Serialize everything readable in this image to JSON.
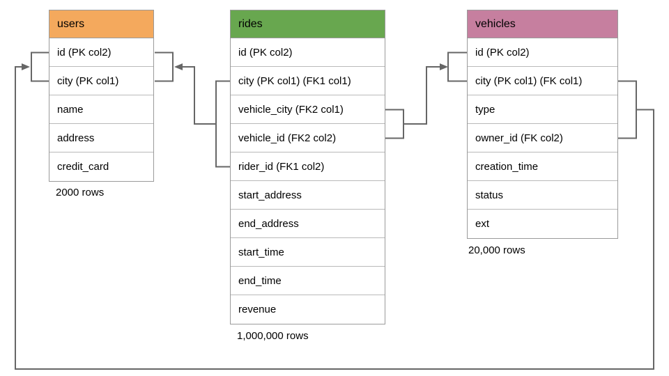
{
  "diagram": {
    "tables": [
      {
        "name": "users",
        "header_color": "#F4A95D",
        "columns": [
          "id (PK col2)",
          "city (PK col1)",
          "name",
          "address",
          "credit_card"
        ],
        "rows_label": "2000 rows"
      },
      {
        "name": "rides",
        "header_color": "#68A74F",
        "columns": [
          "id (PK col2)",
          "city (PK col1) (FK1 col1)",
          "vehicle_city (FK2 col1)",
          "vehicle_id (FK2 col2)",
          "rider_id (FK1 col2)",
          "start_address",
          "end_address",
          "start_time",
          "end_time",
          "revenue"
        ],
        "rows_label": "1,000,000 rows"
      },
      {
        "name": "vehicles",
        "header_color": "#C67F9F",
        "columns": [
          "id (PK col2)",
          "city (PK col1) (FK col1)",
          "type",
          "owner_id (FK col2)",
          "creation_time",
          "status",
          "ext"
        ],
        "rows_label": "20,000 rows"
      }
    ],
    "relationships": [
      {
        "name": "FK1",
        "from_table": "rides",
        "from_columns": [
          "city",
          "rider_id"
        ],
        "to_table": "users",
        "to_columns": [
          "id",
          "city"
        ]
      },
      {
        "name": "FK2",
        "from_table": "rides",
        "from_columns": [
          "vehicle_city",
          "vehicle_id"
        ],
        "to_table": "vehicles",
        "to_columns": [
          "id",
          "city"
        ]
      },
      {
        "name": "FK",
        "from_table": "vehicles",
        "from_columns": [
          "city",
          "owner_id"
        ],
        "to_table": "users",
        "to_columns": [
          "id",
          "city"
        ]
      }
    ],
    "colors": {
      "connector": "#666666",
      "table_border": "#9A9A9A",
      "row_divider": "#B9B9B9",
      "background": "#FFFFFF",
      "text": "#000000"
    }
  }
}
